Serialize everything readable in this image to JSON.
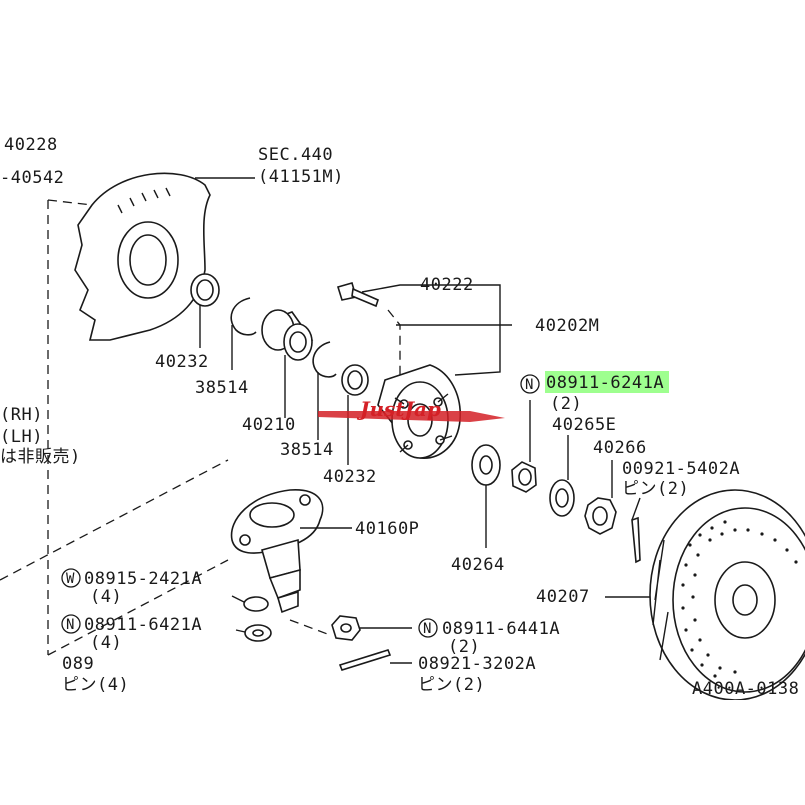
{
  "labels": {
    "p40228": "40228",
    "p40542": "-40542",
    "sec440": "SEC.440",
    "sec440_sub": "(41151M)",
    "p40222": "40222",
    "p40202m": "40202M",
    "p40232_a": "40232",
    "p38514_a": "38514",
    "p40210": "40210",
    "p38514_b": "38514",
    "p40232_b": "40232",
    "p08911_6241a_pre": "08911-624",
    "p08911_6241a_post": "1A",
    "p08911_6241a_qty": "(2)",
    "p40265e": "40265E",
    "p40266": "40266",
    "p00921_5402a": "00921-5402A",
    "p00921_5402a_qty": "ピン(2)",
    "rh": "(RH)",
    "lh": "(LH)",
    "note_jp": "は非販売)",
    "p40160p": "40160P",
    "p40264": "40264",
    "p40207": "40207",
    "p08915_2421a": "08915-2421A",
    "p08915_2421a_qty": "(4)",
    "p08911_6421a": "08911-6421A",
    "p08911_6421a_qty": "(4)",
    "p089_cut": "089",
    "p089_cut_qty": "ピン(4)",
    "p08911_6441a": "08911-6441A",
    "p08911_6441a_qty": "(2)",
    "p08921_3202a": "08921-3202A",
    "p08921_3202a_qty": "ピン(2)",
    "diagram_code": "A400A-0138",
    "prefix_n": "N",
    "prefix_w": "W"
  },
  "watermark": {
    "text": "JustJap",
    "color": "#d42026"
  },
  "highlight": {
    "part": "08911-6241A",
    "color": "#7dff6a"
  }
}
